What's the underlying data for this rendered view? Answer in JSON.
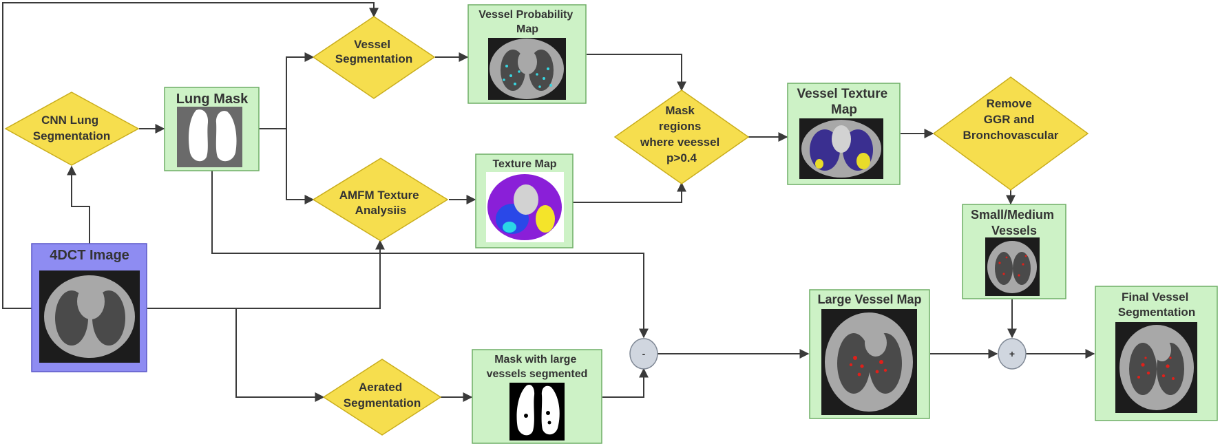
{
  "nodes": {
    "input_4dct": {
      "label": "4DCT Image",
      "thumbnail": "ct-slice-raw"
    },
    "cnn_lung_segmentation": {
      "label": [
        "CNN Lung",
        "Segmentation"
      ]
    },
    "lung_mask": {
      "label": "Lung Mask",
      "thumbnail": "binary-lung-mask"
    },
    "vessel_segmentation": {
      "label": [
        "Vessel",
        "Segmentation"
      ]
    },
    "amfm_texture_analysis": {
      "label": [
        "AMFM Texture",
        "Analysiis"
      ]
    },
    "vessel_probability_map": {
      "label": [
        "Vessel Probability",
        "Map"
      ],
      "thumbnail": "ct-with-cyan-vessel-probability"
    },
    "texture_map": {
      "label": "Texture Map",
      "thumbnail": "colored-texture-map"
    },
    "mask_regions": {
      "label": [
        "Mask",
        "regions",
        "where veessel",
        "p>0.4"
      ]
    },
    "vessel_texture_map": {
      "label": [
        "Vessel Texture",
        "Map"
      ],
      "thumbnail": "ct-with-vessel-texture-overlay"
    },
    "remove_ggr": {
      "label": [
        "Remove",
        "GGR and",
        "Bronchovascular"
      ]
    },
    "small_medium_vessels": {
      "label": [
        "Small/Medium",
        "Vessels"
      ],
      "thumbnail": "ct-with-small-vessels-red"
    },
    "aerated_segmentation": {
      "label": [
        "Aerated",
        "Segmentation"
      ]
    },
    "mask_large_vessels": {
      "label": [
        "Mask with large",
        "vessels segmented"
      ],
      "thumbnail": "binary-mask-large-vessels"
    },
    "subtract_op": {
      "label": "-"
    },
    "large_vessel_map": {
      "label": "Large Vessel Map",
      "thumbnail": "ct-with-large-vessels-red"
    },
    "add_op": {
      "label": "+"
    },
    "final_vessel_segmentation": {
      "label": [
        "Final Vessel",
        "Segmentation"
      ],
      "thumbnail": "ct-with-final-vessels-red"
    }
  },
  "edges": [
    {
      "from": "input_4dct",
      "to": "cnn_lung_segmentation"
    },
    {
      "from": "input_4dct",
      "to": "vessel_segmentation"
    },
    {
      "from": "input_4dct",
      "to": "amfm_texture_analysis"
    },
    {
      "from": "input_4dct",
      "to": "aerated_segmentation"
    },
    {
      "from": "cnn_lung_segmentation",
      "to": "lung_mask"
    },
    {
      "from": "lung_mask",
      "to": "vessel_segmentation"
    },
    {
      "from": "lung_mask",
      "to": "amfm_texture_analysis"
    },
    {
      "from": "lung_mask",
      "to": "subtract_op"
    },
    {
      "from": "vessel_segmentation",
      "to": "vessel_probability_map"
    },
    {
      "from": "amfm_texture_analysis",
      "to": "texture_map"
    },
    {
      "from": "vessel_probability_map",
      "to": "mask_regions"
    },
    {
      "from": "texture_map",
      "to": "mask_regions"
    },
    {
      "from": "mask_regions",
      "to": "vessel_texture_map"
    },
    {
      "from": "vessel_texture_map",
      "to": "remove_ggr"
    },
    {
      "from": "remove_ggr",
      "to": "small_medium_vessels"
    },
    {
      "from": "small_medium_vessels",
      "to": "add_op"
    },
    {
      "from": "aerated_segmentation",
      "to": "mask_large_vessels"
    },
    {
      "from": "mask_large_vessels",
      "to": "subtract_op"
    },
    {
      "from": "subtract_op",
      "to": "large_vessel_map"
    },
    {
      "from": "large_vessel_map",
      "to": "add_op"
    },
    {
      "from": "add_op",
      "to": "final_vessel_segmentation"
    }
  ],
  "colors": {
    "process_fill": "#f6de4e",
    "process_stroke": "#c9ad1c",
    "data_fill": "#cdf2c6",
    "data_stroke": "#6fae66",
    "input_fill": "#8e8cf2",
    "input_stroke": "#5a57c8",
    "operator_fill": "#d0d6df",
    "operator_stroke": "#7f8895",
    "edge": "#3a3a3a",
    "ct_background": "#1c1c1c",
    "ct_body": "#a8a8a8",
    "ct_lung": "#4a4a4a",
    "vessel_red": "#e0201a",
    "vessel_cyan": "#38d6e0"
  }
}
